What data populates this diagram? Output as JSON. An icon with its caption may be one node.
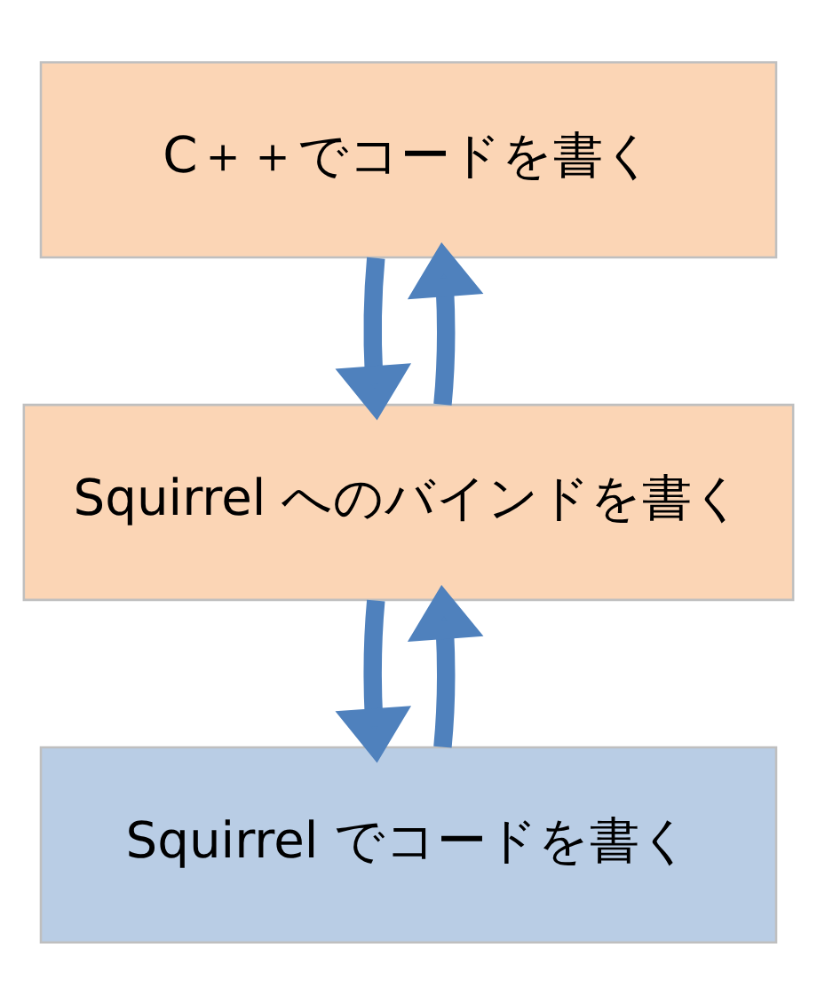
{
  "diagram": {
    "nodes": [
      {
        "text": [
          "C＋＋でコードを書く"
        ]
      },
      {
        "text": [
          "Squirrel へのバインドを書く"
        ]
      },
      {
        "text": [
          "Squirrel でコードを書く"
        ]
      }
    ],
    "edges": [
      {
        "from": 0,
        "to": 1,
        "arrow": "to"
      },
      {
        "from": 1,
        "to": 0,
        "arrow": "to"
      },
      {
        "from": 1,
        "to": 2,
        "arrow": "to"
      },
      {
        "from": 2,
        "to": 1,
        "arrow": "to"
      }
    ]
  }
}
